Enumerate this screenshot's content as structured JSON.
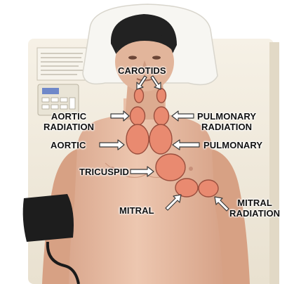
{
  "labels": {
    "carotids": "CAROTIDS",
    "aortic_radiation_line1": "AORTIC",
    "aortic_radiation_line2": "RADIATION",
    "pulmonary_radiation_line1": "PULMONARY",
    "pulmonary_radiation_line2": "RADIATION",
    "aortic": "AORTIC",
    "pulmonary": "PULMONARY",
    "tricuspid": "TRICUSPID",
    "mitral": "MITRAL",
    "mitral_radiation_line1": "MITRAL",
    "mitral_radiation_line2": "RADIATION"
  },
  "colors": {
    "auscultation_site": "#e98a70",
    "auscultation_outline": "#9a4f3e",
    "skin": "#e6b9a1",
    "label_text": "#111111",
    "arrow_fill": "#ffffff",
    "arrow_stroke": "#3a3a3a",
    "bed_pad": "#f2ece0",
    "blood_pressure_cuff": "#1d1d1d"
  }
}
